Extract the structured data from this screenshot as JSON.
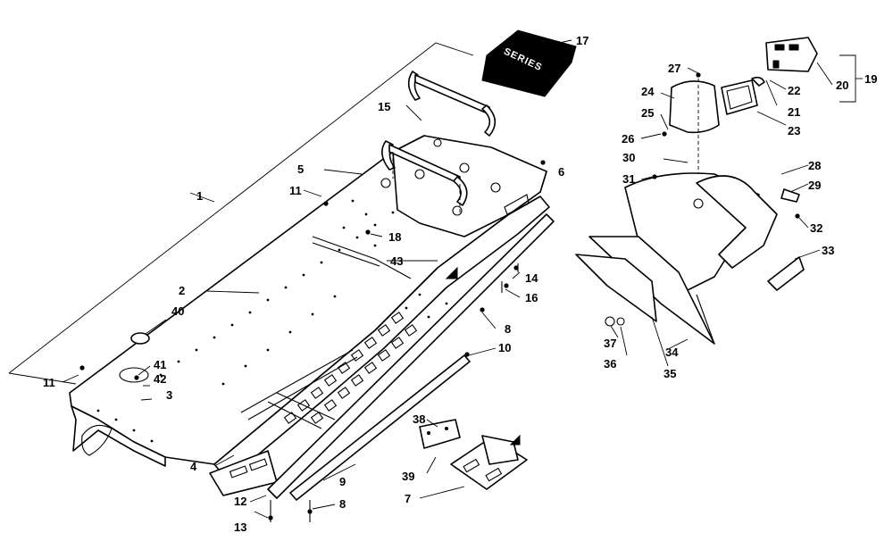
{
  "callouts": {
    "c1": "1",
    "c2": "2",
    "c3": "3",
    "c4": "4",
    "c5": "5",
    "c6": "6",
    "c7": "7",
    "c8a": "8",
    "c8b": "8",
    "c9": "9",
    "c10": "10",
    "c11a": "11",
    "c11b": "11",
    "c12": "12",
    "c13": "13",
    "c14": "14",
    "c15": "15",
    "c16": "16",
    "c17": "17",
    "c18": "18",
    "c19": "19",
    "c20": "20",
    "c21": "21",
    "c22": "22",
    "c23": "23",
    "c24": "24",
    "c25": "25",
    "c26": "26",
    "c27": "27",
    "c28": "28",
    "c29": "29",
    "c30": "30",
    "c31": "31",
    "c32": "32",
    "c33": "33",
    "c34": "34",
    "c35": "35",
    "c36": "36",
    "c37": "37",
    "c39": "39",
    "c38": "38",
    "c40": "40",
    "c41": "41",
    "c42": "42",
    "c43": "43"
  },
  "decal": {
    "text": "SERIES"
  }
}
